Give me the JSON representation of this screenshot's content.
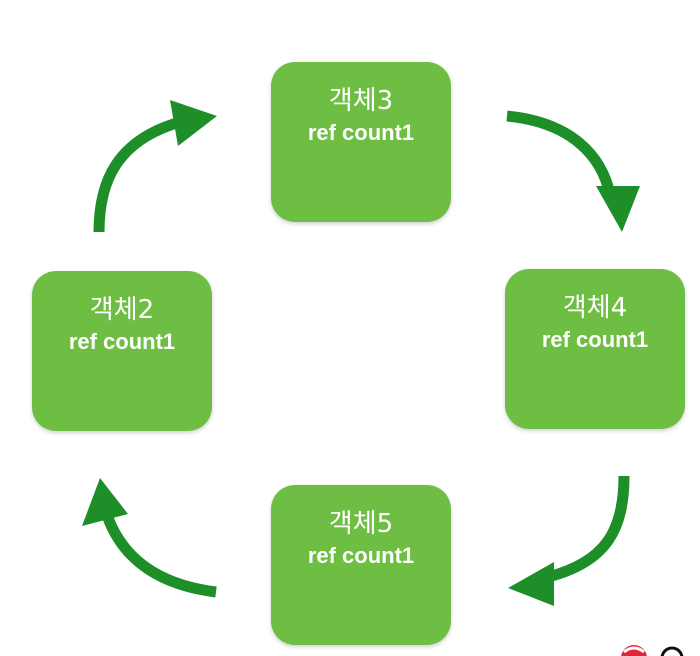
{
  "nodes": {
    "node3": {
      "name": "객체3",
      "count": "ref count1"
    },
    "node2": {
      "name": "객체2",
      "count": "ref count1"
    },
    "node4": {
      "name": "객체4",
      "count": "ref count1"
    },
    "node5": {
      "name": "객체5",
      "count": "ref count1"
    }
  },
  "colors": {
    "node_fill": "#6fbe44",
    "arrow": "#1e8f28",
    "logo": "#e0263a"
  }
}
